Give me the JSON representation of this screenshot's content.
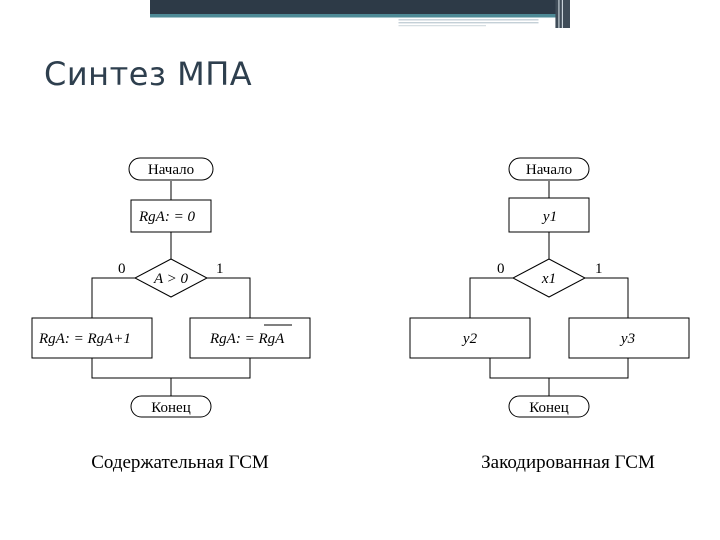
{
  "slide": {
    "title": "Синтез МПА"
  },
  "left_chart": {
    "start": "Начало",
    "init": "RgA: = 0",
    "condition": "A > 0",
    "no_label": "0",
    "yes_label": "1",
    "left_action": "RgA: = RgA+1",
    "right_action_prefix": "RgA: = ",
    "right_action_inverted": "RgA",
    "end": "Конец",
    "caption": "Содержательная ГСМ"
  },
  "right_chart": {
    "start": "Начало",
    "op1": "y1",
    "condition": "x1",
    "no_label": "0",
    "yes_label": "1",
    "left_action": "y2",
    "right_action": "y3",
    "end": "Конец",
    "caption": "Закодированная ГСМ"
  },
  "colors": {
    "header_dark": "#2d3a47",
    "header_teal": "#4e8a96",
    "title": "#2e3f4e"
  }
}
